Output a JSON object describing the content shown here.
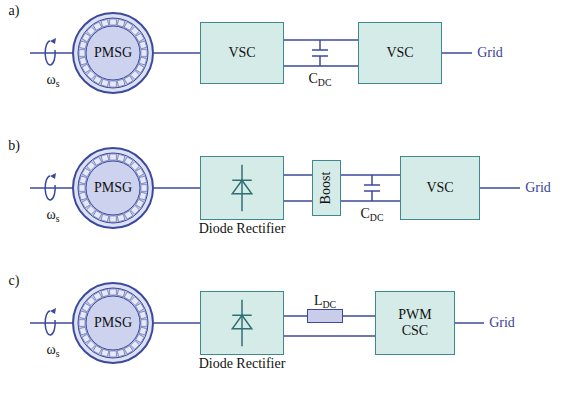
{
  "diagram": {
    "nodes": [
      {
        "text": [
          "PMSG"
        ]
      },
      {
        "text": [
          "VSC"
        ]
      },
      {
        "text": [
          "VSC"
        ]
      },
      {
        "text": [
          "PMSG"
        ]
      },
      {
        "text": [
          "Diode Rectifier"
        ]
      },
      {
        "text": [
          "Boost"
        ]
      },
      {
        "text": [
          "VSC"
        ]
      },
      {
        "text": [
          "PMSG"
        ]
      },
      {
        "text": [
          "Diode Rectifier"
        ]
      },
      {
        "text": [
          "LDC"
        ]
      },
      {
        "text": [
          "PWM CSC"
        ]
      }
    ],
    "edges": [
      {
        "from": 0,
        "to": 1,
        "arrow": "none"
      },
      {
        "from": 1,
        "to": 2,
        "arrow": "none"
      },
      {
        "from": 3,
        "to": 4,
        "arrow": "none"
      },
      {
        "from": 4,
        "to": 5,
        "arrow": "none"
      },
      {
        "from": 5,
        "to": 6,
        "arrow": "none"
      },
      {
        "from": 7,
        "to": 8,
        "arrow": "none"
      },
      {
        "from": 8,
        "to": 9,
        "arrow": "none"
      },
      {
        "from": 9,
        "to": 10,
        "arrow": "none"
      },
      {
        "from": 8,
        "to": 10,
        "arrow": "none"
      }
    ],
    "labels": [
      "a)",
      "ωs",
      "CDC",
      "Grid",
      "b)",
      "ωs",
      "CDC",
      "Grid",
      "c)",
      "ωs",
      "Grid"
    ]
  }
}
